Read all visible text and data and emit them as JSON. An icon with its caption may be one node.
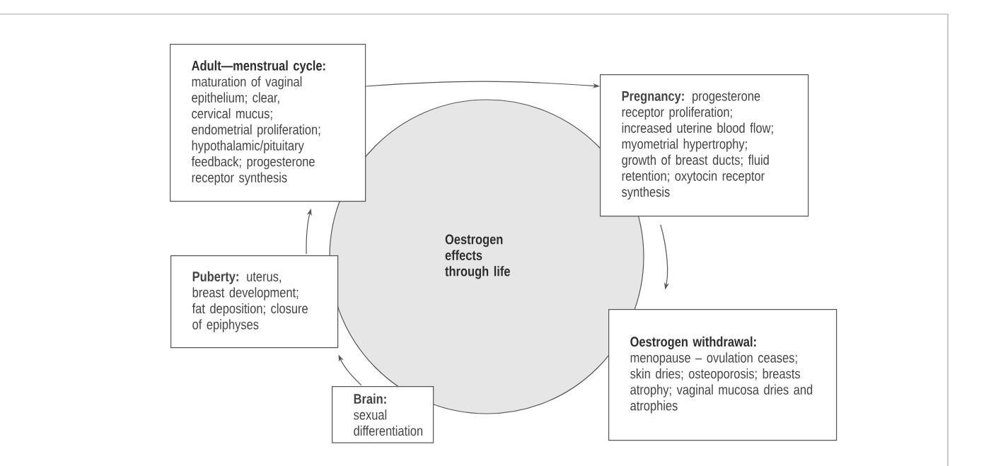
{
  "diagram": {
    "nodes": [
      {
        "text": [
          "Adult—menstrual cycle:",
          "maturation of vaginal epithelium; clear, cervical mucus; endometrial proliferation; hypothalamic/pituitary feedback; progesterone receptor synthesis"
        ]
      },
      {
        "text": [
          "**Pregnancy:** progesterone receptor proliferation; increased uterine blood flow; myometrial hypertrophy; growth of breast ducts; fluid retention; oxytocin receptor synthesis"
        ]
      },
      {
        "text": [
          "Oestrogen effects through life"
        ]
      },
      {
        "text": [
          "**Puberty:** uterus, breast development; fat deposition; closure of epiphyses"
        ]
      },
      {
        "text": [
          "Oestrogen withdrawal:",
          "menopause – ovulation ceases; skin dries; osteoporosis; breasts atrophy; vaginal mucosa dries and atrophies"
        ]
      },
      {
        "text": [
          "**Brain:** sexual differentiation"
        ]
      }
    ],
    "edges": [
      {
        "from": 5,
        "to": 3,
        "arrow": "to"
      },
      {
        "from": 3,
        "to": 0,
        "arrow": "to"
      },
      {
        "from": 0,
        "to": 1,
        "arrow": "to"
      },
      {
        "from": 1,
        "to": 4,
        "arrow": "to"
      }
    ]
  }
}
